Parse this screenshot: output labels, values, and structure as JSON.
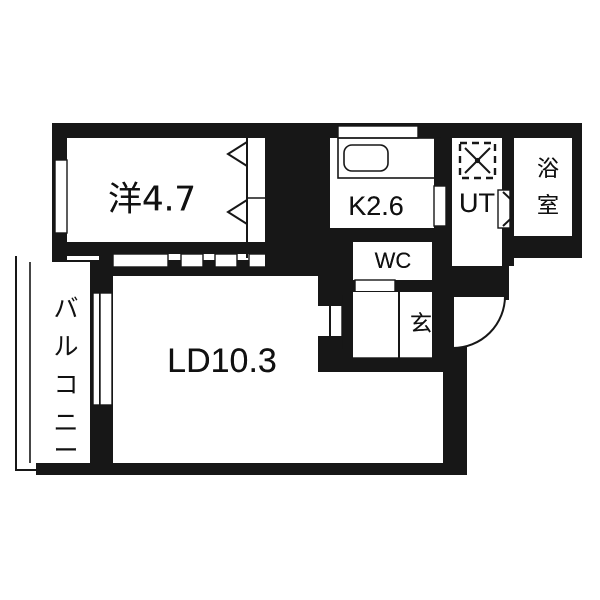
{
  "plan": {
    "kind": "floor-plan",
    "background_color": "#ffffff",
    "wall_color": "#171717",
    "room_fill": "#ffffff",
    "rooms": [
      {
        "id": "western-room",
        "label": "洋4.7",
        "name_en": "Western-style room 4.7 jo"
      },
      {
        "id": "kitchen",
        "label": "K2.6",
        "name_en": "Kitchen 2.6 jo"
      },
      {
        "id": "utility",
        "label": "UT",
        "name_en": "Utility / washroom"
      },
      {
        "id": "bathroom",
        "label": "浴室",
        "name_en": "Bathroom"
      },
      {
        "id": "toilet",
        "label": "WC",
        "name_en": "Toilet"
      },
      {
        "id": "entrance",
        "label": "玄",
        "name_en": "Entrance / genkan"
      },
      {
        "id": "living-dining",
        "label": "LD10.3",
        "name_en": "Living dining 10.3 jo"
      },
      {
        "id": "balcony",
        "label": "バルコニー",
        "name_en": "Balcony"
      }
    ],
    "balcony_label_chars": [
      "バ",
      "ル",
      "コ",
      "ニ",
      "ー"
    ],
    "fixtures": [
      {
        "id": "washer-space",
        "label": "",
        "name_en": "Washing machine space (dashed square)"
      },
      {
        "id": "kitchen-sink",
        "label": "",
        "name_en": "Kitchen sink counter"
      },
      {
        "id": "closet",
        "label": "",
        "name_en": "Folding-door closet"
      }
    ]
  }
}
